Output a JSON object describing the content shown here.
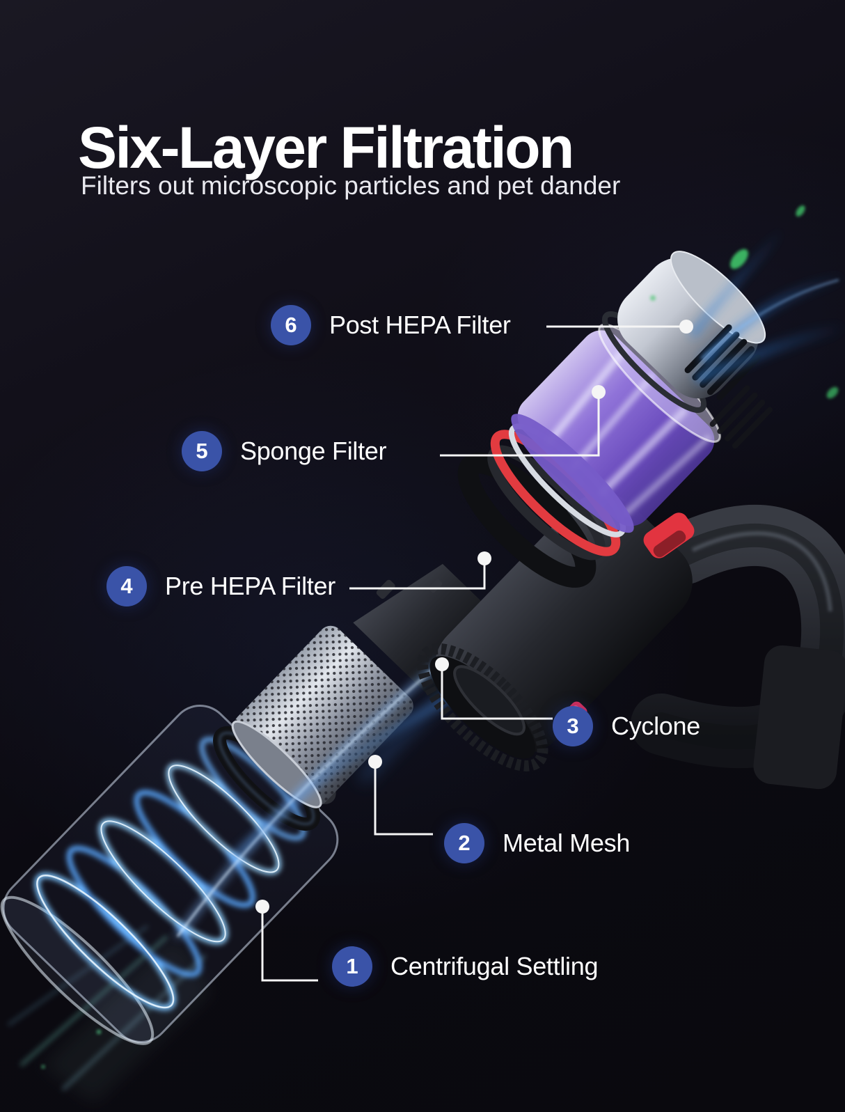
{
  "header": {
    "title": "Six-Layer Filtration",
    "subtitle": "Filters out microscopic particles and pet dander"
  },
  "callouts": [
    {
      "number": "1",
      "label": "Centrifugal Settling"
    },
    {
      "number": "2",
      "label": "Metal Mesh"
    },
    {
      "number": "3",
      "label": "Cyclone"
    },
    {
      "number": "4",
      "label": "Pre HEPA Filter"
    },
    {
      "number": "5",
      "label": "Sponge Filter"
    },
    {
      "number": "6",
      "label": "Post HEPA Filter"
    }
  ],
  "theme": {
    "bg": "#0d0b13",
    "badge": "#3a53a8",
    "text": "#ffffff",
    "line": "#f5f5f5",
    "red": "#e23b40",
    "purple": "#8466d8",
    "blue": "#6fb6ff",
    "green": "#43c56a",
    "metal": "#c9ced8"
  }
}
